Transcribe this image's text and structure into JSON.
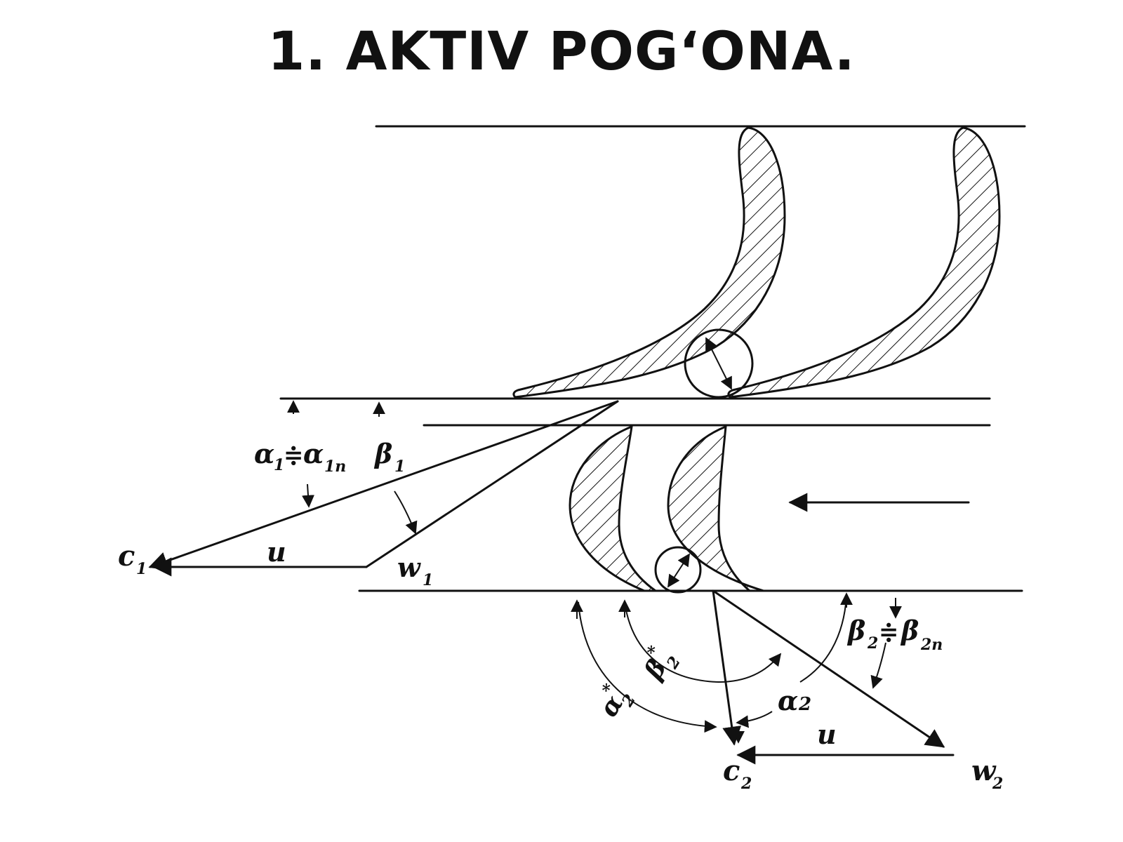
{
  "title": "1. AKTIV POG‘ONA.",
  "labels": {
    "c1": "c",
    "c1_sub": "1",
    "u_top": "u",
    "w1": "w",
    "w1_sub": "1",
    "alpha1": "α",
    "alpha1_sub": "1",
    "approx1": "≑",
    "alpha1n": "α",
    "alpha1n_sub": "1n",
    "beta1": "β",
    "beta1_sub": "1",
    "beta2": "β",
    "beta2_sub": "2",
    "approx2": "≑",
    "beta2n": "β",
    "beta2n_sub": "2n",
    "beta2star": "β",
    "beta2star_sup": "*",
    "beta2star_sub": "2",
    "alpha2star": "α",
    "alpha2star_sup": "*",
    "alpha2star_sub": "2",
    "alpha2": "α",
    "alpha2_sub": "2",
    "u_bottom": "u",
    "c2": "c",
    "c2_sub": "2",
    "w2": "w",
    "w2_sub": "2"
  }
}
